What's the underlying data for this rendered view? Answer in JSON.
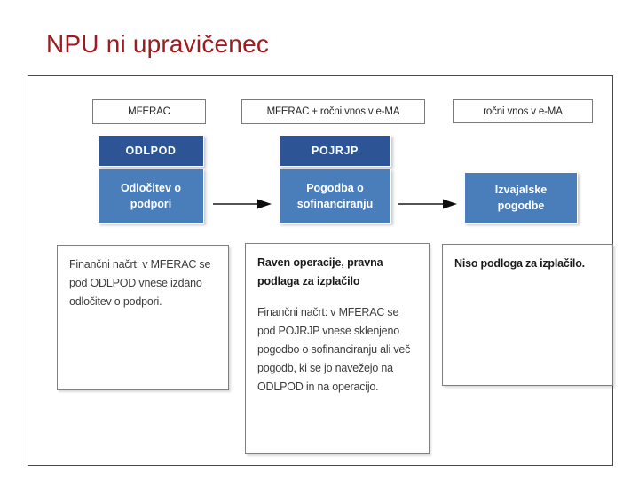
{
  "slide": {
    "title": "NPU ni upravičenec",
    "title_color": "#9e1c20"
  },
  "diagram": {
    "header_boxes": [
      {
        "label": "MFERAC"
      },
      {
        "label": "MFERAC + ročni vnos v e-MA"
      },
      {
        "label": "ročni vnos v e-MA"
      }
    ],
    "blocks": [
      {
        "code": "ODLPOD",
        "name": "Odločitev o podpori",
        "header_color": "#2d5494",
        "body_color": "#4a7ebb"
      },
      {
        "code": "POJRJP",
        "name": "Pogodba o sofinanciranju",
        "header_color": "#2d5494",
        "body_color": "#4a7ebb"
      },
      {
        "code": "",
        "name": "Izvajalske pogodbe",
        "header_color": "#2d5494",
        "body_color": "#4a7ebb"
      }
    ],
    "arrows": [
      {
        "name": "arrow-odlpod-to-pojrjp",
        "direction": "right"
      },
      {
        "name": "arrow-pojrjp-to-izvajalske",
        "direction": "right"
      }
    ],
    "descriptions": [
      {
        "heading": "",
        "body": "Finančni načrt: v MFERAC se pod ODLPOD vnese izdano odločitev o podpori."
      },
      {
        "heading": "Raven operacije, pravna podlaga za izplačilo",
        "body": "Finančni načrt: v MFERAC se pod POJRJP vnese sklenjeno pogodbo o sofinanciranju ali več pogodb, ki se jo navežejo na ODLPOD in na operacijo."
      },
      {
        "heading": "Niso podloga za izplačilo.",
        "body": ""
      }
    ]
  }
}
